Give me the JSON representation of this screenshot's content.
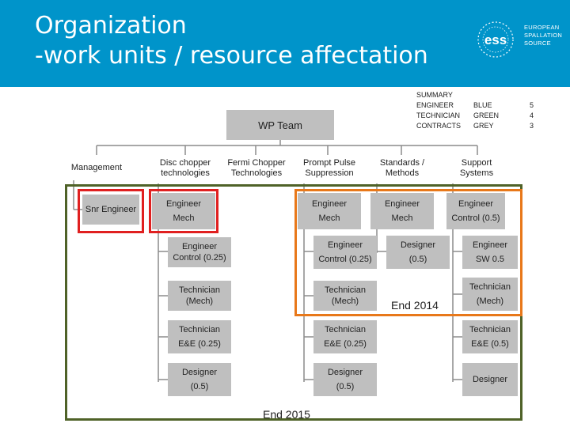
{
  "header": {
    "title_line1": "Organization",
    "title_line2": "-work units / resource affectation",
    "logo_text": [
      "EUROPEAN",
      "SPALLATION",
      "SOURCE"
    ],
    "logo_mark": "ess",
    "bg_color": "#0094ca"
  },
  "summary": {
    "heading": "SUMMARY",
    "rows": [
      {
        "label": "ENGINEER",
        "color": "BLUE",
        "count": "5"
      },
      {
        "label": "TECHNICIAN",
        "color": "GREEN",
        "count": "4"
      },
      {
        "label": "CONTRACTS",
        "color": "GREY",
        "count": "3"
      }
    ]
  },
  "wp_team": "WP Team",
  "units": {
    "management": "Management",
    "disc_chopper": [
      "Disc chopper",
      "technologies"
    ],
    "fermi_chopper": [
      "Fermi Chopper",
      "Technologies"
    ],
    "prompt_pulse": [
      "Prompt Pulse",
      "Suppression"
    ],
    "standards": [
      "Standards /",
      "Methods"
    ],
    "support": [
      "Support",
      "Systems"
    ]
  },
  "staff": {
    "snr_engineer": "Snr Engineer",
    "disc": [
      [
        "Engineer",
        "Mech"
      ],
      [
        "Engineer",
        "Control (0.25)"
      ],
      [
        "Technician",
        "(Mech)"
      ],
      [
        "Technician",
        "E&E (0.25)"
      ],
      [
        "Designer",
        "(0.5)"
      ]
    ],
    "prompt": [
      [
        "Engineer",
        "Mech"
      ],
      [
        "Engineer",
        "Control (0.25)"
      ],
      [
        "Technician",
        "(Mech)"
      ],
      [
        "Technician",
        "E&E (0.25)"
      ],
      [
        "Designer",
        "(0.5)"
      ]
    ],
    "standards": [
      [
        "Engineer",
        "Mech"
      ],
      [
        "Designer",
        "(0.5)"
      ]
    ],
    "support": [
      [
        "Engineer",
        "Control (0.5)"
      ],
      [
        "Engineer",
        "SW 0.5"
      ],
      [
        "Technician",
        "(Mech)"
      ],
      [
        "Technician",
        "E&E (0.5)"
      ],
      [
        "Designer"
      ]
    ]
  },
  "notes": {
    "end_2014": "End 2014",
    "end_2015": "End 2015"
  },
  "colors": {
    "box": "#bfbfbf",
    "red_frame": "#e02020",
    "orange_frame": "#e8781a",
    "green_frame": "#4f6228",
    "connector": "#8c8c8c"
  }
}
